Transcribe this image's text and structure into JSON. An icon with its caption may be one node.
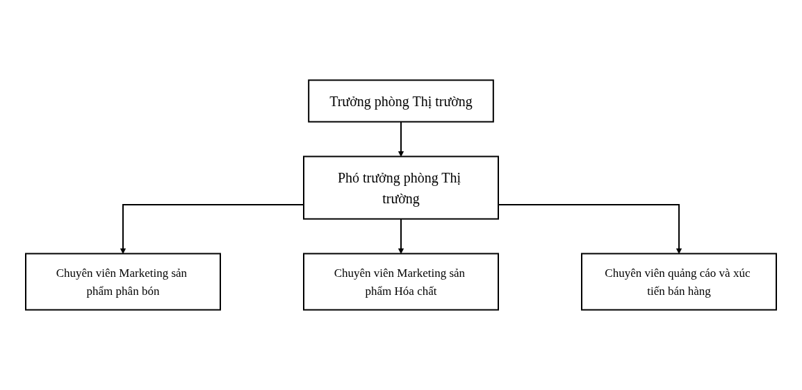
{
  "diagram": {
    "nodes": [
      {
        "text": [
          "Trưởng phòng Thị trường"
        ]
      },
      {
        "text": [
          "Phó trưởng phòng Thị trường"
        ]
      },
      {
        "text": [
          "Chuyên viên Marketing sản phẩm phân bón"
        ]
      },
      {
        "text": [
          "Chuyên viên Marketing sản phẩm Hóa chất"
        ]
      },
      {
        "text": [
          "Chuyên viên quảng cáo và xúc tiến bán hàng"
        ]
      }
    ],
    "edges": [
      {
        "from": 0,
        "to": 1,
        "arrow": "to"
      },
      {
        "from": 1,
        "to": 2,
        "arrow": "to"
      },
      {
        "from": 1,
        "to": 3,
        "arrow": "to"
      },
      {
        "from": 1,
        "to": 4,
        "arrow": "to"
      }
    ]
  }
}
